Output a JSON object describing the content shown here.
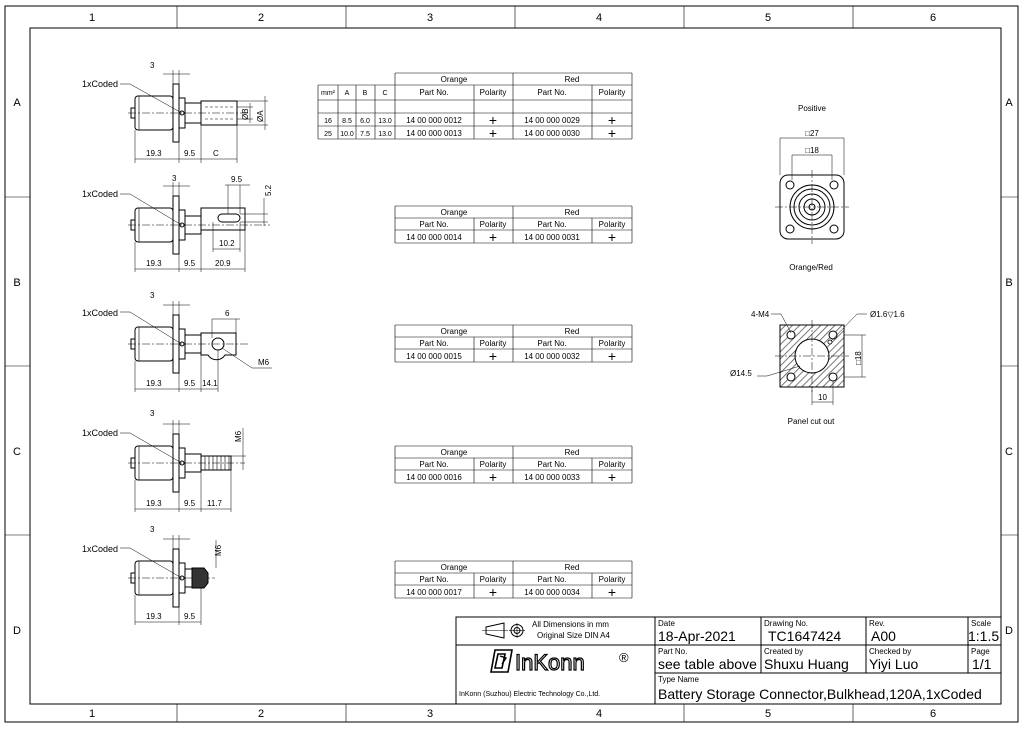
{
  "frame": {
    "columns": [
      "1",
      "2",
      "3",
      "4",
      "5",
      "6"
    ],
    "rows": [
      "A",
      "B",
      "C",
      "D"
    ]
  },
  "variants": [
    {
      "coded_label": "1xCoded",
      "dims": [
        "3",
        "19.3",
        "9.5",
        "C",
        "ØB",
        "ØA"
      ],
      "table": {
        "group_headers": [
          "Orange",
          "Red"
        ],
        "col_headers": [
          "mm²",
          "A",
          "B",
          "C",
          "Part No.",
          "Polarity",
          "Part No.",
          "Polarity"
        ],
        "rows": [
          [
            "16",
            "8.5",
            "6.0",
            "13.0",
            "14 00 000 0012",
            "+",
            "14 00 000 0029",
            "+"
          ],
          [
            "25",
            "10.0",
            "7.5",
            "13.0",
            "14 00 000 0013",
            "+",
            "14 00 000 0030",
            "+"
          ]
        ]
      }
    },
    {
      "coded_label": "1xCoded",
      "dims": [
        "3",
        "19.3",
        "9.5",
        "20.9",
        "10.2",
        "9.5",
        "5.2"
      ],
      "table": {
        "group_headers": [
          "Orange",
          "Red"
        ],
        "col_headers": [
          "Part No.",
          "Polarity",
          "Part No.",
          "Polarity"
        ],
        "rows": [
          [
            "14 00 000 0014",
            "+",
            "14 00 000 0031",
            "+"
          ]
        ]
      }
    },
    {
      "coded_label": "1xCoded",
      "dims": [
        "3",
        "19.3",
        "9.5",
        "14.1",
        "6",
        "M6"
      ],
      "table": {
        "group_headers": [
          "Orange",
          "Red"
        ],
        "col_headers": [
          "Part No.",
          "Polarity",
          "Part No.",
          "Polarity"
        ],
        "rows": [
          [
            "14 00 000 0015",
            "+",
            "14 00 000 0032",
            "+"
          ]
        ]
      }
    },
    {
      "coded_label": "1xCoded",
      "dims": [
        "3",
        "19.3",
        "9.5",
        "11.7",
        "M6"
      ],
      "table": {
        "group_headers": [
          "Orange",
          "Red"
        ],
        "col_headers": [
          "Part No.",
          "Polarity",
          "Part No.",
          "Polarity"
        ],
        "rows": [
          [
            "14 00 000 0016",
            "+",
            "14 00 000 0033",
            "+"
          ]
        ]
      }
    },
    {
      "coded_label": "1xCoded",
      "dims": [
        "3",
        "19.3",
        "9.5",
        "M6"
      ],
      "table": {
        "group_headers": [
          "Orange",
          "Red"
        ],
        "col_headers": [
          "Part No.",
          "Polarity",
          "Part No.",
          "Polarity"
        ],
        "rows": [
          [
            "14 00 000 0017",
            "+",
            "14 00 000 0034",
            "+"
          ]
        ]
      }
    }
  ],
  "front_view": {
    "title": "Positive",
    "dim_outer": "□27",
    "dim_inner": "□18",
    "caption": "Orange/Red"
  },
  "cutout": {
    "label_holes": "4-M4",
    "label_pin": "Ø1.6▽1.6",
    "label_dia": "Ø14.5",
    "label_square": "□18",
    "label_pitch": "10",
    "caption": "Panel cut out"
  },
  "title_block": {
    "dimensions_note_1": "All Dimensions in mm",
    "dimensions_note_2": "Original Size DIN A4",
    "date_label": "Date",
    "date_value": "18-Apr-2021",
    "drawing_no_label": "Drawing No.",
    "drawing_no_value": "TC1647424",
    "rev_label": "Rev.",
    "rev_value": "A00",
    "scale_label": "Scale",
    "scale_value": "1:1.5",
    "part_no_label": "Part No.",
    "part_no_value": "see table above",
    "created_by_label": "Created by",
    "created_by_value": "Shuxu Huang",
    "checked_by_label": "Checked by",
    "checked_by_value": "Yiyi Luo",
    "page_label": "Page",
    "page_value": "1/1",
    "logo_text": "InKonn",
    "registered": "®",
    "company": "InKonn (Suzhou) Electric Technology Co.,Ltd.",
    "type_name_label": "Type Name",
    "type_name_value": "Battery Storage Connector,Bulkhead,120A,1xCoded"
  }
}
